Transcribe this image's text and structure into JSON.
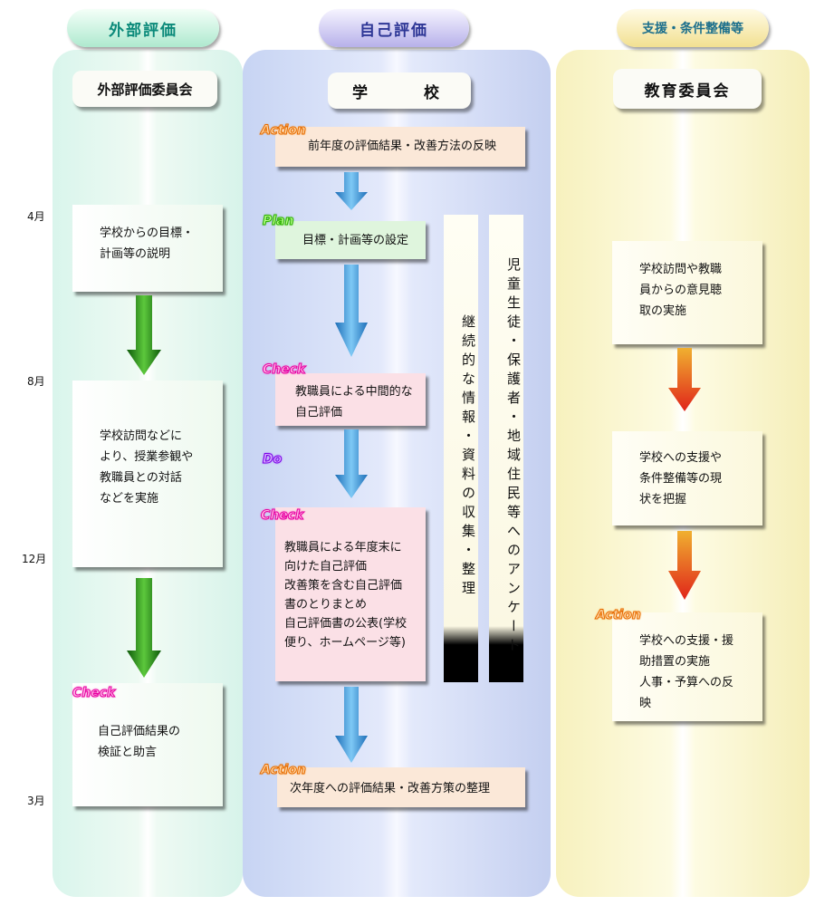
{
  "columns": {
    "external": {
      "pill": "外部評価",
      "header": "外部評価委員会"
    },
    "self": {
      "pill": "自己評価",
      "header": "学 校"
    },
    "support": {
      "pill": "支援・条件整備等",
      "header": "教育委員会"
    }
  },
  "months": [
    "4月",
    "8月",
    "12月",
    "3月"
  ],
  "external_boxes": [
    {
      "lines": [
        "学校からの目標・",
        "計画等の説明"
      ]
    },
    {
      "lines": [
        "学校訪問などに",
        "より、授業参観や",
        "教職員との対話",
        "などを実施"
      ]
    },
    {
      "tag": "Check",
      "lines": [
        "自己評価結果の",
        "検証と助言"
      ]
    }
  ],
  "self_boxes": [
    {
      "tag": "Action",
      "lines": [
        "前年度の評価結果・改善方法の反映"
      ]
    },
    {
      "tag": "Plan",
      "lines": [
        "目標・計画等の設定"
      ]
    },
    {
      "tag": "Check",
      "lines": [
        "教職員による中間的な",
        "自己評価"
      ]
    },
    {
      "tag": "Check",
      "lines": [
        "教職員による年度末に",
        "向けた自己評価",
        "改善策を含む自己評価",
        "書のとりまとめ",
        "自己評価書の公表(学校",
        "便り、ホームページ等)"
      ]
    },
    {
      "tag": "Action",
      "lines": [
        "次年度への評価結果・改善方策の整理"
      ]
    }
  ],
  "do_label": "Do",
  "vertical_bars": [
    "継続的な情報・資料の収集・整理",
    "児童生徒・保護者・地域住民等へのアンケート"
  ],
  "support_boxes": [
    {
      "lines": [
        "学校訪問や教職",
        "員からの意見聴",
        "取の実施"
      ]
    },
    {
      "lines": [
        "学校への支援や",
        "条件整備等の現",
        "状を把握"
      ]
    },
    {
      "tag": "Action",
      "lines": [
        "学校への支援・援",
        "助措置の実施",
        "人事・予算への反",
        "映"
      ]
    }
  ],
  "colors": {
    "green_arrow": "#2e8b1e",
    "blue_arrow": "#2a8fd8",
    "red_arrow": "#e24a1a"
  }
}
